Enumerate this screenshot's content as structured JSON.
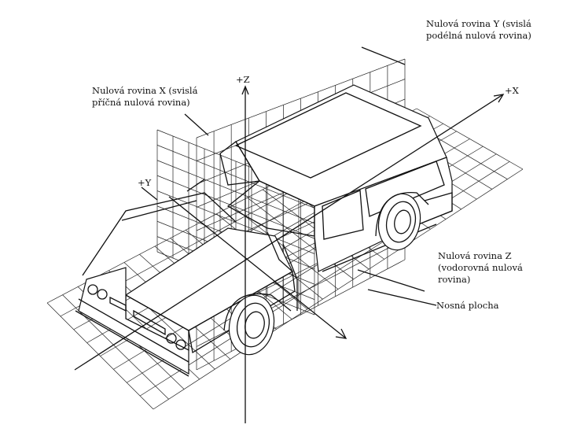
{
  "labels": {
    "plane_y": [
      "Nulová  rovina  Y  (svislá",
      "podélná nulová rovina)"
    ],
    "plane_x": [
      "Nulová  rovina  X  (svislá",
      "příčná nulová rovina)"
    ],
    "plane_z": [
      "Nulová rovina Z",
      "(vodorovná  nulová",
      "rovina)"
    ],
    "support": "Nosná plocha"
  },
  "axes": {
    "z": "+Z",
    "x": "+X",
    "y": "+Y"
  }
}
